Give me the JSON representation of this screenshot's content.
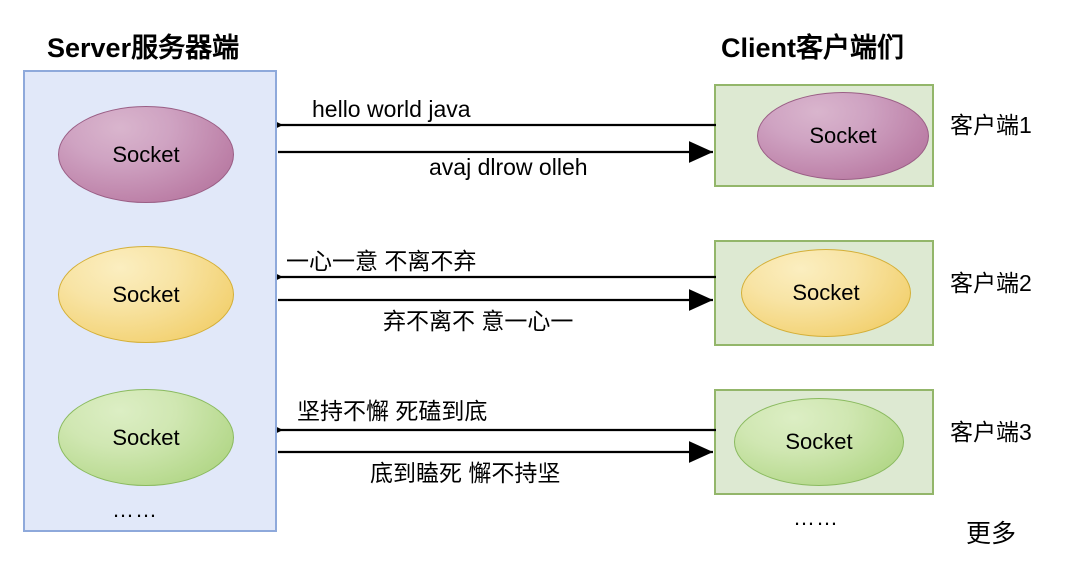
{
  "diagram": {
    "server": {
      "title": "Server服务器端",
      "sockets": [
        {
          "label": "Socket",
          "color": "#bd81a8"
        },
        {
          "label": "Socket",
          "color": "#f3d376"
        },
        {
          "label": "Socket",
          "color": "#b6d98d"
        }
      ],
      "ellipsis": "……",
      "box_fill": "#e1e8f9",
      "box_border": "#8ea9db"
    },
    "client": {
      "title": "Client客户端们",
      "boxes": [
        {
          "socket_label": "Socket",
          "socket_color": "#bd81a8",
          "name": "客户端1"
        },
        {
          "socket_label": "Socket",
          "socket_color": "#f3d376",
          "name": "客户端2"
        },
        {
          "socket_label": "Socket",
          "socket_color": "#b6d98d",
          "name": "客户端3"
        }
      ],
      "ellipsis": "……",
      "more": "更多",
      "box_fill": "#dde9d2",
      "box_border": "#93b66a"
    },
    "connections": [
      {
        "request": "hello    world    java",
        "response": "avaj    dlrow    olleh",
        "request_direction": "client-to-server",
        "response_direction": "server-to-client"
      },
      {
        "request": "一心一意      不离不弃",
        "response": "弃不离不      意一心一",
        "request_direction": "client-to-server",
        "response_direction": "server-to-client"
      },
      {
        "request": "坚持不懈    死磕到底",
        "response": "底到瞌死      懈不持坚",
        "request_direction": "client-to-server",
        "response_direction": "server-to-client"
      }
    ]
  }
}
